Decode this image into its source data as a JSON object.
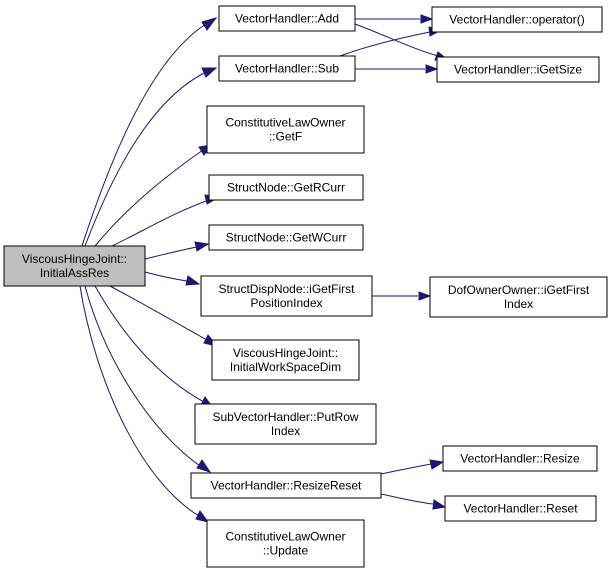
{
  "graph": {
    "nodes": [
      {
        "id": "root",
        "lines": [
          "ViscousHingeJoint::",
          "InitialAssRes"
        ],
        "highlighted": true
      },
      {
        "id": "add",
        "lines": [
          "VectorHandler::Add"
        ]
      },
      {
        "id": "sub",
        "lines": [
          "VectorHandler::Sub"
        ]
      },
      {
        "id": "getf",
        "lines": [
          "ConstitutiveLawOwner",
          "::GetF"
        ]
      },
      {
        "id": "getrcurr",
        "lines": [
          "StructNode::GetRCurr"
        ]
      },
      {
        "id": "getwcurr",
        "lines": [
          "StructNode::GetWCurr"
        ]
      },
      {
        "id": "igetfirstpos",
        "lines": [
          "StructDispNode::iGetFirst",
          "PositionIndex"
        ]
      },
      {
        "id": "initws",
        "lines": [
          "ViscousHingeJoint::",
          "InitialWorkSpaceDim"
        ]
      },
      {
        "id": "putrow",
        "lines": [
          "SubVectorHandler::PutRow",
          "Index"
        ]
      },
      {
        "id": "resizereset",
        "lines": [
          "VectorHandler::ResizeReset"
        ]
      },
      {
        "id": "update",
        "lines": [
          "ConstitutiveLawOwner",
          "::Update"
        ]
      },
      {
        "id": "operator",
        "lines": [
          "VectorHandler::operator()"
        ]
      },
      {
        "id": "igetsize",
        "lines": [
          "VectorHandler::iGetSize"
        ]
      },
      {
        "id": "dofowner",
        "lines": [
          "DofOwnerOwner::iGetFirst",
          "Index"
        ]
      },
      {
        "id": "resize",
        "lines": [
          "VectorHandler::Resize"
        ]
      },
      {
        "id": "reset",
        "lines": [
          "VectorHandler::Reset"
        ]
      }
    ],
    "edges": [
      {
        "from": "root",
        "to": "add"
      },
      {
        "from": "root",
        "to": "sub"
      },
      {
        "from": "root",
        "to": "getf"
      },
      {
        "from": "root",
        "to": "getrcurr"
      },
      {
        "from": "root",
        "to": "getwcurr"
      },
      {
        "from": "root",
        "to": "igetfirstpos"
      },
      {
        "from": "root",
        "to": "initws"
      },
      {
        "from": "root",
        "to": "putrow"
      },
      {
        "from": "root",
        "to": "resizereset"
      },
      {
        "from": "root",
        "to": "update"
      },
      {
        "from": "add",
        "to": "operator"
      },
      {
        "from": "add",
        "to": "igetsize"
      },
      {
        "from": "sub",
        "to": "operator"
      },
      {
        "from": "sub",
        "to": "igetsize"
      },
      {
        "from": "igetfirstpos",
        "to": "dofowner"
      },
      {
        "from": "resizereset",
        "to": "resize"
      },
      {
        "from": "resizereset",
        "to": "reset"
      }
    ],
    "colors": {
      "edge": "#191970",
      "node_border": "#000000",
      "node_fill": "#ffffff",
      "root_fill": "#bfbfbf"
    }
  }
}
